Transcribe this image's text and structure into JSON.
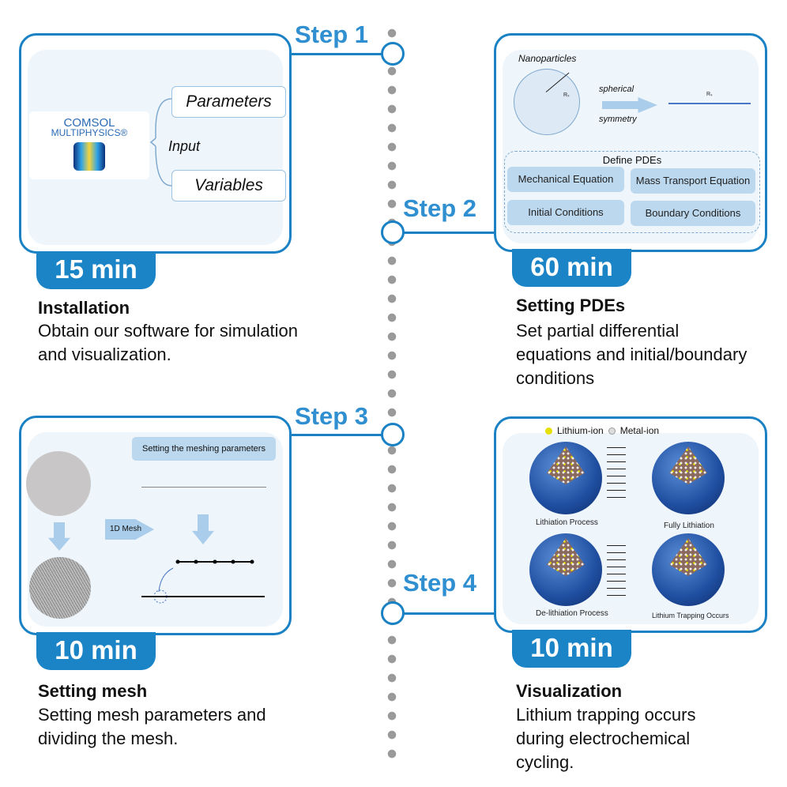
{
  "steps": [
    {
      "label": "Step 1",
      "time": "15 min",
      "title": "Installation",
      "desc": "Obtain our software for simulation and visualization.",
      "panel": {
        "logo_line1": "COMSOL",
        "logo_line2": "MULTIPHYSICS®",
        "input": "Input",
        "items": [
          "Parameters",
          "Variables"
        ]
      }
    },
    {
      "label": "Step 2",
      "time": "60 min",
      "title": "Setting PDEs",
      "desc": "Set partial differential equations and initial/boundary conditions",
      "panel": {
        "heading": "Nanoparticles",
        "arrow_top": "spherical",
        "arrow_bottom": "symmetry",
        "radius_label": "Rₛ",
        "group_label": "Define PDEs",
        "items": [
          "Mechanical Equation",
          "Mass Transport Equation",
          "Initial Conditions",
          "Boundary Conditions"
        ]
      }
    },
    {
      "label": "Step 3",
      "time": "10 min",
      "title": "Setting mesh",
      "desc": "Setting mesh parameters and dividing the mesh.",
      "panel": {
        "header": "Setting the meshing parameters",
        "arrow_label": "1D Mesh"
      }
    },
    {
      "label": "Step 4",
      "time": "10 min",
      "title": "Visualization",
      "desc": "Lithium trapping occurs during electrochemical cycling.",
      "panel": {
        "legend": [
          "Lithium-ion",
          "Metal-ion"
        ],
        "captions": [
          "Lithiation Process",
          "Fully Lithiation",
          "De-lithiation Process",
          "Lithium Trapping Occurs"
        ]
      }
    }
  ],
  "colors": {
    "accent": "#1a82c4",
    "step_text": "#2f8fd0",
    "timeline_dots": "#9a9a9a",
    "panel_bg": "#eef5fb"
  }
}
